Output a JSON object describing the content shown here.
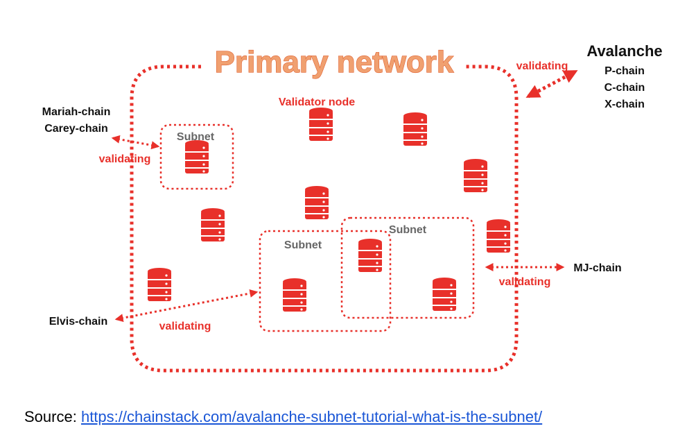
{
  "diagram": {
    "title": "Primary network",
    "validator_node_label": "Validator node",
    "subnet_labels": [
      "Subnet",
      "Subnet",
      "Subnet"
    ],
    "avalanche": {
      "name": "Avalanche",
      "chains": [
        "P-chain",
        "C-chain",
        "X-chain"
      ],
      "link_label": "validating"
    },
    "mariah_carey": {
      "chains": [
        "Mariah-chain",
        "Carey-chain"
      ],
      "link_label": "validating"
    },
    "mj": {
      "chain": "MJ-chain",
      "link_label": "validating"
    },
    "elvis": {
      "chain": "Elvis-chain",
      "link_label": "validating"
    },
    "colors": {
      "accent_red": "#e8302a",
      "title_orange": "#f0a070",
      "subnet_label_gray": "#666666",
      "text_black": "#111111"
    },
    "node_icon": "database-icon"
  },
  "source": {
    "label": "Source:",
    "url": "https://chainstack.com/avalanche-subnet-tutorial-what-is-the-subnet/"
  }
}
